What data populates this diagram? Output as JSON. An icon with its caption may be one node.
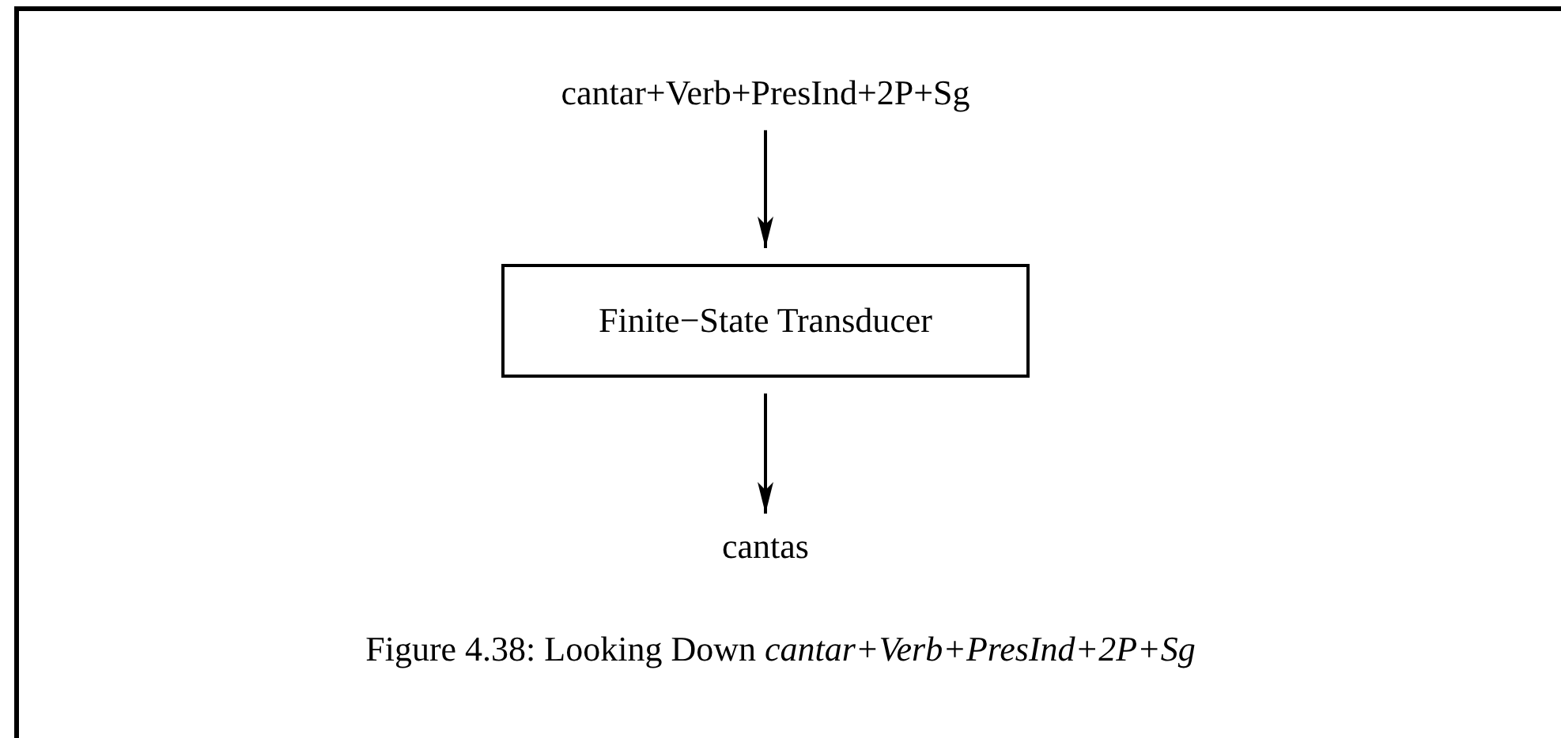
{
  "diagram": {
    "caption": "Figure 4.38: Looking Down *cantar+Verb+PresInd+2P+Sg*",
    "nodes": [
      {
        "text": [
          "cantar+Verb+PresInd+2P+Sg"
        ]
      },
      {
        "text": [
          "Finite−State Transducer"
        ]
      },
      {
        "text": [
          "cantas"
        ]
      }
    ],
    "edges": [
      {
        "from": 0,
        "to": 1,
        "arrow": "to"
      },
      {
        "from": 1,
        "to": 2,
        "arrow": "to"
      }
    ]
  }
}
